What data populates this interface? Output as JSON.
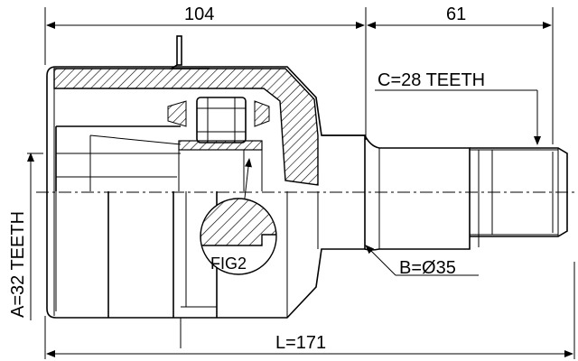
{
  "dimensions": {
    "top_left": "104",
    "top_right": "61",
    "spline_c": "C=28 TEETH",
    "diameter_b": "B=Ø35",
    "spline_a": "A=32 TEETH",
    "fig_label": "FIG2",
    "overall_length": "L=171"
  }
}
